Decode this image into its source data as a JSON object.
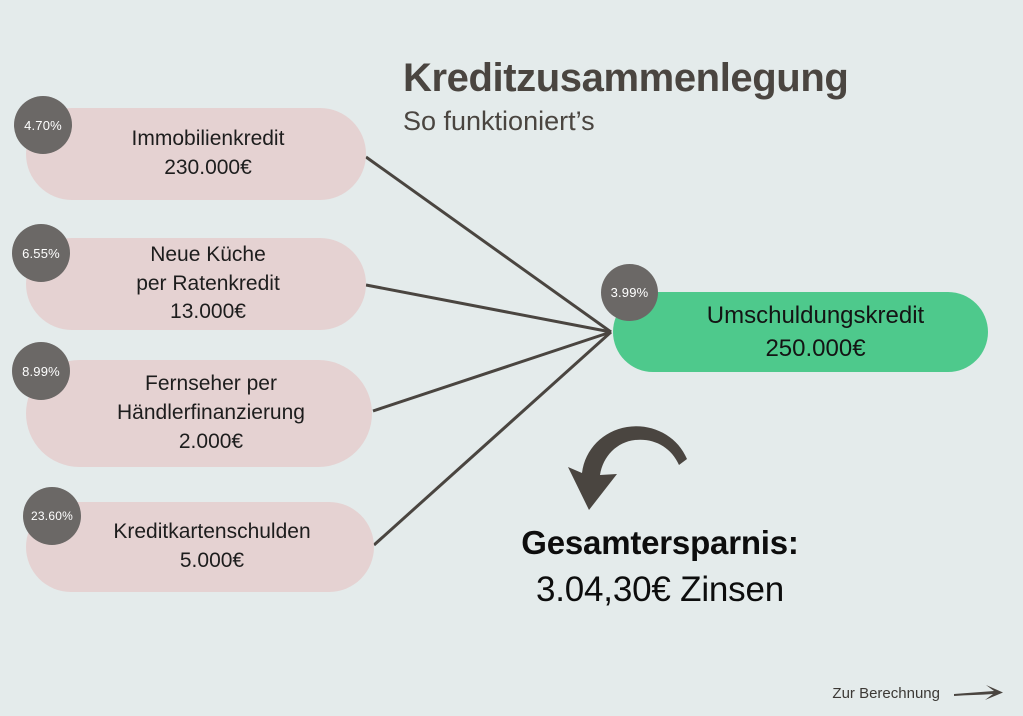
{
  "header": {
    "title": "Kreditzusammenlegung",
    "subtitle": "So funktioniert’s"
  },
  "debts": [
    {
      "rate": "4.70%",
      "lines": [
        "Immobilienkredit",
        "230.000€"
      ],
      "name": "Immobilienkredit",
      "amount": "230.000€"
    },
    {
      "rate": "6.55%",
      "lines": [
        "Neue Küche",
        "per Ratenkredit",
        "13.000€"
      ],
      "name": "Neue Küche per Ratenkredit",
      "amount": "13.000€"
    },
    {
      "rate": "8.99%",
      "lines": [
        "Fernseher per",
        "Händlerfinanzierung",
        "2.000€"
      ],
      "name": "Fernseher per Händlerfinanzierung",
      "amount": "2.000€"
    },
    {
      "rate": "23.60%",
      "lines": [
        "Kreditkartenschulden",
        "5.000€"
      ],
      "name": "Kreditkartenschulden",
      "amount": "5.000€"
    }
  ],
  "result": {
    "rate": "3.99%",
    "lines": [
      "Umschuldungskredit",
      "250.000€"
    ],
    "name": "Umschuldungskredit",
    "amount": "250.000€"
  },
  "savings": {
    "label": "Gesamtersparnis:",
    "value": "3.04,30€ Zinsen"
  },
  "cta": {
    "label": "Zur Berechnung",
    "icon": "arrow-right-icon"
  },
  "colors": {
    "background": "#e4ebeb",
    "debt_pill": "#e5d2d2",
    "result_pill": "#4ec98c",
    "badge": "#6b6866",
    "line": "#4a4540",
    "heading_text": "#4a4540",
    "savings_text": "#0d0d0d"
  }
}
